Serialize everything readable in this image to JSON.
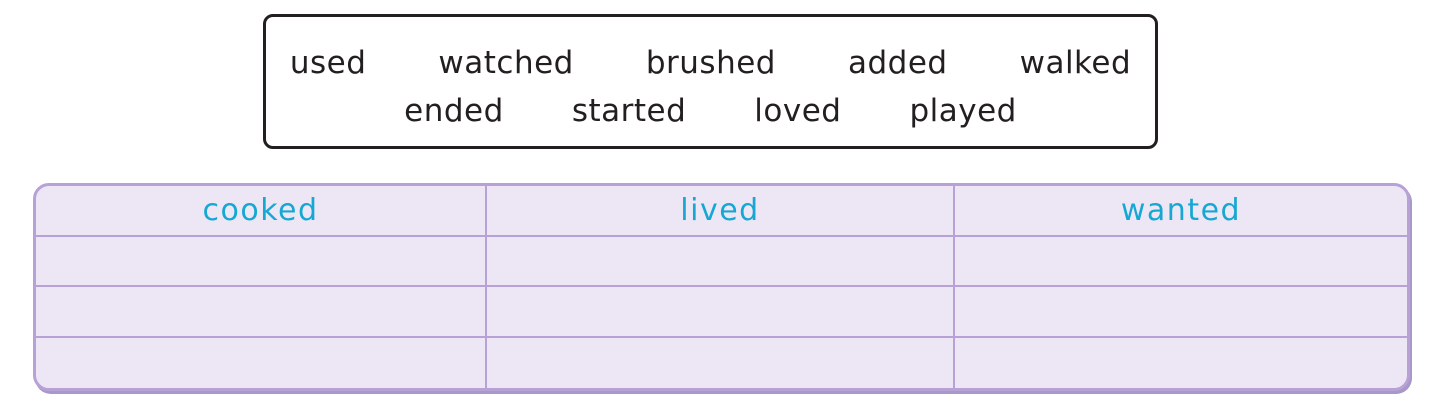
{
  "word_bank": {
    "row1": [
      "used",
      "watched",
      "brushed",
      "added",
      "walked"
    ],
    "row2": [
      "ended",
      "started",
      "loved",
      "played"
    ]
  },
  "sort_table": {
    "headers": [
      "cooked",
      "lived",
      "wanted"
    ],
    "empty_rows": 3
  },
  "colors": {
    "text": "#231f20",
    "header_text": "#16a8d2",
    "table_border": "#b8a1d6",
    "table_fill": "#ede7f5"
  }
}
